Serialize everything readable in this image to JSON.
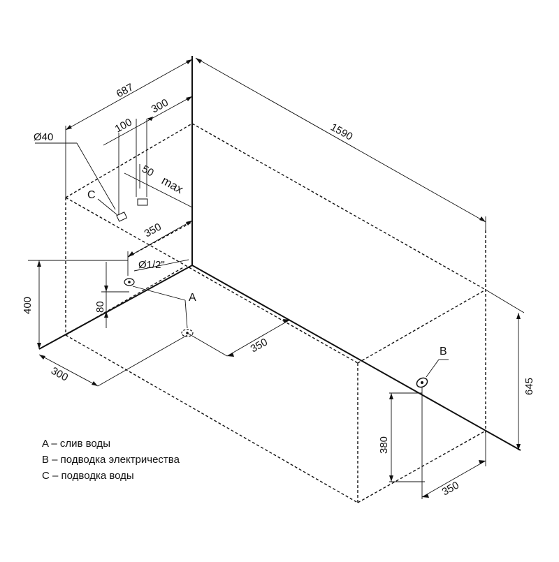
{
  "dimensions": {
    "d687": "687",
    "d300_top": "300",
    "d100": "100",
    "d1590": "1590",
    "d50": "50",
    "max": "max",
    "d40": "Ø40",
    "d350_left": "350",
    "d12": "Ø1/2\"",
    "d400": "400",
    "d80": "80",
    "d350_mid": "350",
    "d300_bottom": "300",
    "d645": "645",
    "d380": "380",
    "d350_right": "350"
  },
  "callouts": {
    "a": "A",
    "b": "B",
    "c": "C"
  },
  "legend": [
    "A – слив воды",
    "B – подводка электричества",
    "C – подводка воды"
  ]
}
